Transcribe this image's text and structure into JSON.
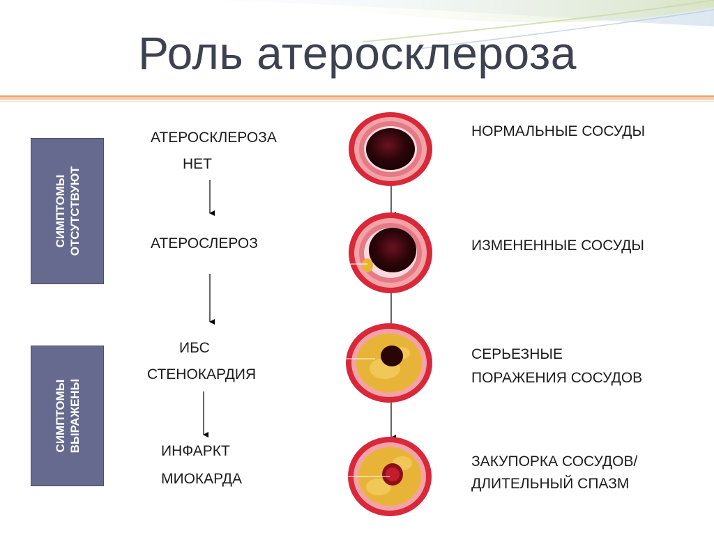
{
  "title": "Роль атеросклероза",
  "side_labels": [
    {
      "line1": "СИМПТОМЫ",
      "line2": "ОТСУТСТВУЮТ"
    },
    {
      "line1": "СИМПТОМЫ",
      "line2": "ВЫРАЖЕНЫ"
    }
  ],
  "stages": {
    "s1_line1": "АТЕРОСКЛЕРОЗА",
    "s1_line2": "НЕТ",
    "s2": "АТЕРОСЛЕРОЗ",
    "s3_line1": "ИБС",
    "s3_line2": "СТЕНОКАРДИЯ",
    "s4_line1": "ИНФАРКТ",
    "s4_line2": "МИОКАРДА"
  },
  "captions": {
    "c1": "НОРМАЛЬНЫЕ СОСУДЫ",
    "c2": "ИЗМЕНЕННЫЕ СОСУДЫ",
    "c3_line1": "СЕРЬЕЗНЫЕ",
    "c3_line2": "ПОРАЖЕНИЯ СОСУДОВ",
    "c4_line1": "ЗАКУПОРКА СОСУДОВ/",
    "c4_line2": "ДЛИТЕЛЬНЫЙ СПАЗМ"
  },
  "colors": {
    "title": "#3d4150",
    "sidebox": "#666a8e",
    "rule": "#e8a36a",
    "vessel_outer": "#d8283a",
    "vessel_wall": "#f3a3a6",
    "plaque": "#e8b437",
    "lumen": "#2a0508"
  }
}
